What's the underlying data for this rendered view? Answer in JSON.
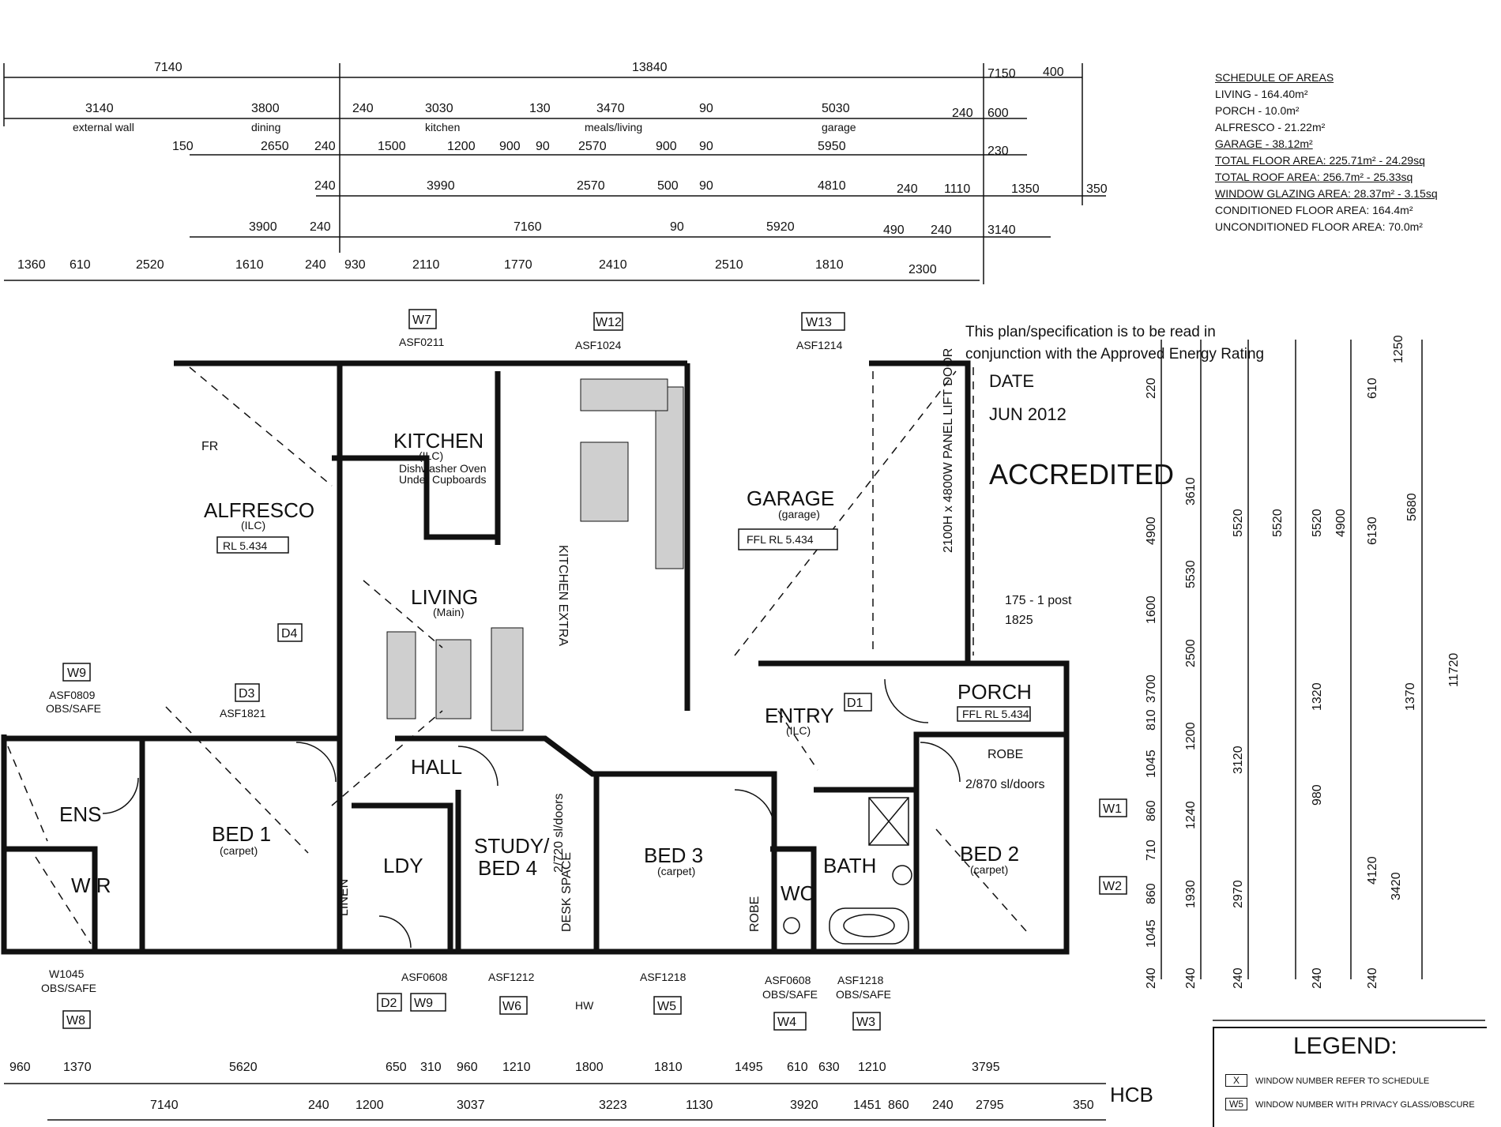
{
  "rooms": {
    "alfresco": "ALFRESCO",
    "kitchen": "KITCHEN",
    "living": "LIVING",
    "garage": "GARAGE",
    "entry": "ENTRY",
    "porch": "PORCH",
    "hall": "HALL",
    "ens": "ENS",
    "wir": "WIR",
    "bed1": "BED 1",
    "ldy": "LDY",
    "study": "STUDY/",
    "study2": "BED 4",
    "bed3": "BED 3",
    "bath": "BATH",
    "wc": "WC",
    "bed2": "BED 2",
    "robe": "ROBE",
    "pantry": "KITCHEN EXTRA",
    "linen": "LINEN",
    "desk": "DESK SPACE"
  },
  "labels": {
    "garage_ffl": "FFL RL 5.434",
    "porch_ffl": "FFL RL 5.434",
    "alfresco_ffl": "RL 5.434",
    "fridge": "FR",
    "garage_door": "2100H x 4800W PANEL LIFT DOOR",
    "stairs": "175 - 1 post",
    "sliding_doors": "2/870 sl/doors",
    "robe_tag": "ROBE",
    "entry_area": "1825",
    "study_sl": "2/720 sl/doors",
    "w1": "W1",
    "w2": "W2",
    "w3": "W3",
    "w4": "W4",
    "w5": "W5",
    "w6": "W6",
    "w7": "W7",
    "w8": "W8",
    "w9": "W9",
    "w12": "W12",
    "w13": "W13",
    "d1": "D1",
    "d2": "D2",
    "d3": "D3",
    "d4": "D4",
    "obs": "OBS/SAFE",
    "asf1": "ASF0809",
    "asf2": "ASF0211",
    "asf3": "ASF1821",
    "asf4": "ASF1024",
    "asf5": "ASF1214",
    "asf6": "ASF0608",
    "asf7": "ASF1212",
    "asf8": "ASF1218",
    "asf9": "ASF1218",
    "w1045": "W1045",
    "hw": "HW",
    "hcb": "HCB"
  },
  "top_dims": {
    "row1": [
      "7140",
      "13840",
      "7150",
      "400"
    ],
    "row2": [
      "3140",
      "3800",
      "240",
      "3030",
      "130",
      "3470",
      "90",
      "5030",
      "240",
      "600"
    ],
    "row3": [
      "150",
      "2650",
      "240",
      "1500",
      "1200",
      "900",
      "90",
      "2570",
      "900",
      "90",
      "5950",
      "230"
    ],
    "row4": [
      "240",
      "3990",
      "2570",
      "500",
      "90",
      "4810",
      "240",
      "1110",
      "1350",
      "350"
    ],
    "row5": [
      "3900",
      "240",
      "7160",
      "90",
      "5920",
      "490",
      "240",
      "3140"
    ],
    "row6": [
      "1360",
      "610",
      "2520",
      "1610",
      "240",
      "930",
      "2110",
      "1770",
      "2410",
      "2510",
      "1810",
      "2300"
    ]
  },
  "bottom_dims": {
    "row1": [
      "960",
      "1370",
      "5620",
      "650",
      "310",
      "960",
      "1210",
      "1800",
      "1810",
      "1495",
      "610",
      "630",
      "1210",
      "3795"
    ],
    "row2": [
      "7140",
      "240",
      "1200",
      "3037",
      "3223",
      "1130",
      "3920",
      "1451",
      "860",
      "240",
      "2795",
      "350"
    ]
  },
  "right_dims": {
    "col1": [
      "220",
      "4900",
      "1600",
      "3700",
      "810",
      "1045",
      "860",
      "710",
      "860",
      "1045",
      "240"
    ],
    "col2": [
      "3610",
      "5530",
      "2500",
      "1200",
      "1240",
      "1930",
      "240"
    ],
    "col3": [
      "5520",
      "5520",
      "3120",
      "2970",
      "240"
    ],
    "col4": [
      "5520",
      "4900",
      "1320",
      "980",
      "240"
    ],
    "col5": [
      "610",
      "1250",
      "6130",
      "5680",
      "11720",
      "1370",
      "4120",
      "3420",
      "240"
    ]
  },
  "schedule": {
    "title": "SCHEDULE OF AREAS",
    "living": "LIVING - 164.40m²",
    "porch": "PORCH - 10.0m²",
    "alfresco": "ALFRESCO - 21.22m²",
    "garage": "GARAGE - 38.12m²",
    "total_floor": "TOTAL FLOOR AREA: 225.71m² - 24.29sq",
    "total_roof": "TOTAL ROOF AREA: 256.7m² - 25.33sq",
    "window": "WINDOW GLAZING AREA: 28.37m² - 3.15sq",
    "conditioned": "CONDITIONED FLOOR AREA: 164.4m²",
    "unconditioned": "UNCONDITIONED FLOOR AREA: 70.0m²"
  },
  "stamp": {
    "line1": "This plan/specification is to be read in",
    "line2": "conjunction with the Approved Energy Rating",
    "line3": "DATE",
    "line4": "JUN 2012",
    "line5": "ACCREDITED"
  },
  "legend": {
    "title": "LEGEND:",
    "item1_key": "X",
    "item1_text": "WINDOW NUMBER REFER TO SCHEDULE",
    "item2_key": "W5",
    "item2_text": "WINDOW NUMBER WITH PRIVACY GLASS/OBSCURE"
  },
  "annotations": {
    "handwritten1": "HCB"
  }
}
